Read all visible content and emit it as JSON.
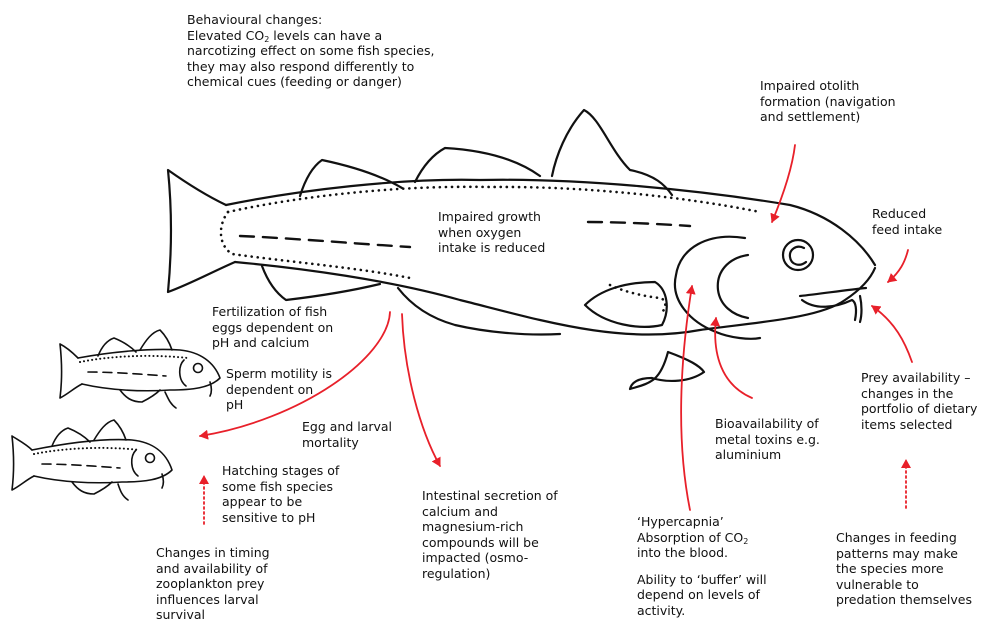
{
  "diagram": {
    "colors": {
      "ink": "#111111",
      "arrow": "#e8202a",
      "background": "#ffffff"
    },
    "labels": {
      "behavioural": {
        "lines": [
          "Behavioural changes:",
          "Elevated CO",
          "levels can have a",
          "narcotizing effect on some fish species,",
          "they may also respond differently to",
          "chemical cues (feeding or danger)"
        ],
        "sub": "2"
      },
      "otolith": {
        "lines": [
          "Impaired otolith",
          "formation (navigation",
          "and settlement)"
        ]
      },
      "feed_intake": {
        "lines": [
          "Reduced",
          "feed intake"
        ]
      },
      "growth": {
        "lines": [
          "Impaired growth",
          "when oxygen",
          "intake is reduced"
        ]
      },
      "fertilization": {
        "lines": [
          "Fertilization of fish",
          "eggs dependent  on",
          "pH and calcium"
        ]
      },
      "sperm": {
        "lines": [
          "Sperm motility is",
          "dependent on",
          "pH"
        ]
      },
      "egg_mortality": {
        "lines": [
          "Egg and larval",
          "mortality"
        ]
      },
      "hatching": {
        "lines": [
          "Hatching stages of",
          "some fish species",
          "appear to be",
          "sensitive to pH"
        ]
      },
      "zooplankton": {
        "lines": [
          "Changes in timing",
          "and availability of",
          "zooplankton prey",
          "influences larval",
          "survival"
        ]
      },
      "intestinal": {
        "lines": [
          "Intestinal secretion  of",
          "calcium and",
          "magnesium-rich",
          "compounds will be",
          "impacted  (osmo-",
          "regulation)"
        ]
      },
      "bioavailability": {
        "lines": [
          "Bioavailability of",
          "metal toxins e.g.",
          "aluminium"
        ]
      },
      "hypercapnia": {
        "lines": [
          "‘Hypercapnia’",
          "Absorption of CO",
          "into the blood.",
          "",
          "Ability to ‘buffer’ will",
          "depend on levels of",
          "activity."
        ],
        "sub": "2"
      },
      "prey_availability": {
        "lines": [
          "Prey availability –",
          "changes in the",
          "portfolio of dietary",
          "items selected"
        ]
      },
      "feeding_patterns": {
        "lines": [
          "Changes in feeding",
          "patterns may make",
          "the species more",
          "vulnerable to",
          "predation themselves"
        ]
      }
    }
  }
}
